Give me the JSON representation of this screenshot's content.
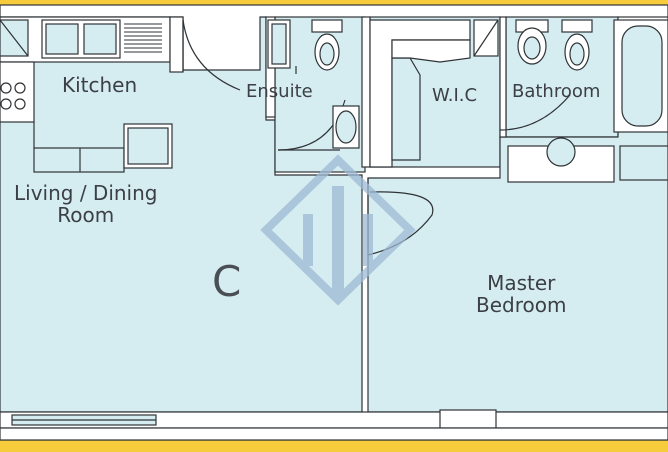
{
  "plan": {
    "unit_letter": "C",
    "rooms": {
      "kitchen": "Kitchen",
      "living_line1": "Living / Dining",
      "living_line2": "Room",
      "ensuite": "Ensuite",
      "wic": "W.I.C",
      "bathroom": "Bathroom",
      "master_line1": "Master",
      "master_line2": "Bedroom"
    },
    "colors": {
      "floor": "#d5edf1",
      "wall_fill": "#ffffff",
      "outline": "#2f3336",
      "frame": "#f6cc3c",
      "watermark": "#9db9d4"
    }
  }
}
